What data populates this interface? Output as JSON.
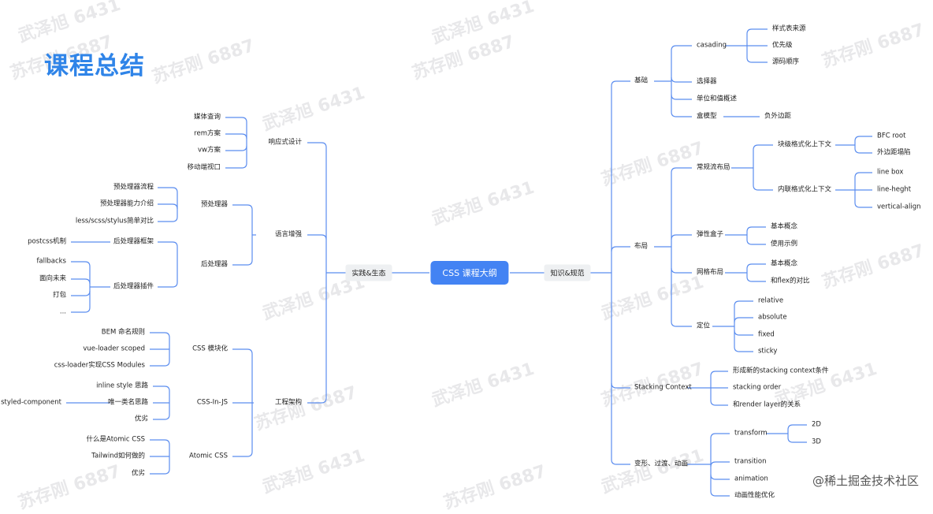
{
  "title": "课程总结",
  "center": "CSS 课程大纲",
  "branches": {
    "left": "实践&生态",
    "right": "知识&规范"
  },
  "left": {
    "responsive": {
      "label": "响应式设计",
      "items": [
        "媒体查询",
        "rem方案",
        "vw方案",
        "移动端视口"
      ]
    },
    "lang": {
      "label": "语言增强",
      "pre": {
        "label": "预处理器",
        "items": [
          "预处理器流程",
          "预处理器能力介绍",
          "less/scss/stylus简单对比"
        ]
      },
      "post": {
        "label": "后处理器",
        "framework": "后处理器框架",
        "framework_child": "postcss机制",
        "plugins": "后处理器插件",
        "plugin_items": [
          "fallbacks",
          "面向未来",
          "打包",
          "..."
        ]
      }
    },
    "eng": {
      "label": "工程架构",
      "modular": {
        "label": "CSS 模块化",
        "items": [
          "BEM 命名规则",
          "vue-loader scoped",
          "css-loader实现CSS Modules"
        ]
      },
      "cssinjs": {
        "label": "CSS-In-JS",
        "items": [
          "inline style 思路",
          "唯一类名思路",
          "优劣"
        ],
        "sub": "styled-component"
      },
      "atomic": {
        "label": "Atomic CSS",
        "items": [
          "什么是Atomic CSS",
          "Tailwind如何做的",
          "优劣"
        ]
      }
    }
  },
  "right": {
    "basics": {
      "label": "基础",
      "cascading": "casading",
      "cascading_items": [
        "样式表来源",
        "优先级",
        "源码顺序"
      ],
      "selectors": "选择器",
      "units": "单位和值概述",
      "box": "盒模型",
      "box_child": "负外边距"
    },
    "layout": {
      "label": "布局",
      "flow": {
        "label": "常规流布局",
        "bfc": {
          "label": "块级格式化上下文",
          "items": [
            "BFC root",
            "外边距塌陷"
          ]
        },
        "ifc": {
          "label": "内联格式化上下文",
          "items": [
            "line box",
            "line-heght",
            "vertical-align"
          ]
        }
      },
      "flex": {
        "label": "弹性盒子",
        "items": [
          "基本概念",
          "使用示例"
        ]
      },
      "grid": {
        "label": "网格布局",
        "items": [
          "基本概念",
          "和flex的对比"
        ]
      },
      "position": {
        "label": "定位",
        "items": [
          "relative",
          "absolute",
          "fixed",
          "sticky"
        ]
      }
    },
    "stacking": {
      "label": "Stacking Context",
      "items": [
        "形成新的stacking context条件",
        "stacking order",
        "和render layer的关系"
      ]
    },
    "transform": {
      "label": "变形、过渡、动画",
      "t": "transform",
      "t_items": [
        "2D",
        "3D"
      ],
      "others": [
        "transition",
        "animation",
        "动画性能优化"
      ]
    }
  },
  "watermarks": [
    "武泽旭 6431",
    "苏存刚 6887"
  ],
  "credit": "@稀土掘金技术社区",
  "colors": {
    "line": "#5b8def",
    "accent": "#4383f3",
    "title": "#2f84e8"
  }
}
